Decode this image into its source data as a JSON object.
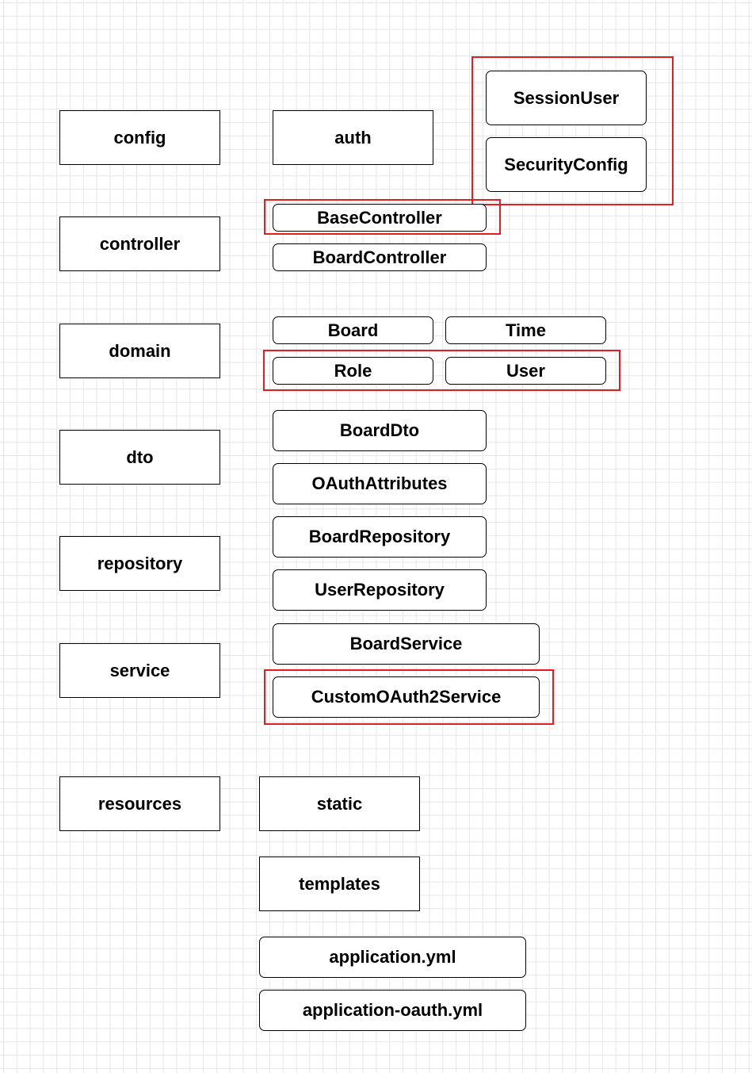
{
  "packages": {
    "config": "config",
    "controller": "controller",
    "domain": "domain",
    "dto": "dto",
    "repository": "repository",
    "service": "service",
    "resources": "resources"
  },
  "config": {
    "auth": "auth",
    "session_user": "SessionUser",
    "security_config": "SecurityConfig"
  },
  "controller": {
    "base": "BaseController",
    "board": "BoardController"
  },
  "domain": {
    "board": "Board",
    "time": "Time",
    "role": "Role",
    "user": "User"
  },
  "dto": {
    "board_dto": "BoardDto",
    "oauth_attributes": "OAuthAttributes"
  },
  "repository": {
    "board_repository": "BoardRepository",
    "user_repository": "UserRepository"
  },
  "service": {
    "board_service": "BoardService",
    "custom_oauth2_service": "CustomOAuth2Service"
  },
  "resources": {
    "static": "static",
    "templates": "templates",
    "application_yml": "application.yml",
    "application_oauth_yml": "application-oauth.yml"
  },
  "colors": {
    "highlight": "#e02020",
    "grid": "#e6e6e6",
    "box_border": "#000000"
  }
}
